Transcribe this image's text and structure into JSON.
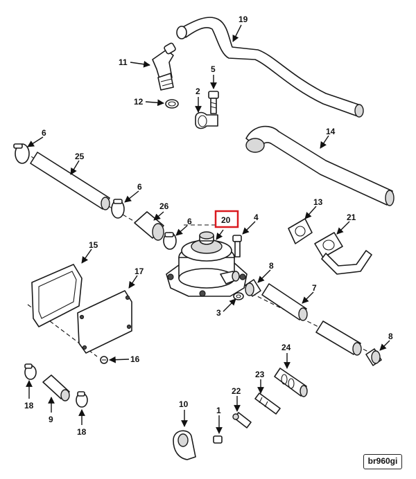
{
  "callouts": {
    "c1": "1",
    "c2": "2",
    "c3": "3",
    "c4": "4",
    "c5": "5",
    "c6a": "6",
    "c6b": "6",
    "c6c": "6",
    "c7": "7",
    "c8a": "8",
    "c8b": "8",
    "c9": "9",
    "c10": "10",
    "c11": "11",
    "c12": "12",
    "c13": "13",
    "c14": "14",
    "c15": "15",
    "c16": "16",
    "c17": "17",
    "c18a": "18",
    "c18b": "18",
    "c19": "19",
    "c20": "20",
    "c21": "21",
    "c22": "22",
    "c23": "23",
    "c24": "24",
    "c25": "25",
    "c26": "26"
  },
  "highlighted_callout": "20",
  "highlight_color": "#d9191f",
  "reference_code": "br960gi"
}
